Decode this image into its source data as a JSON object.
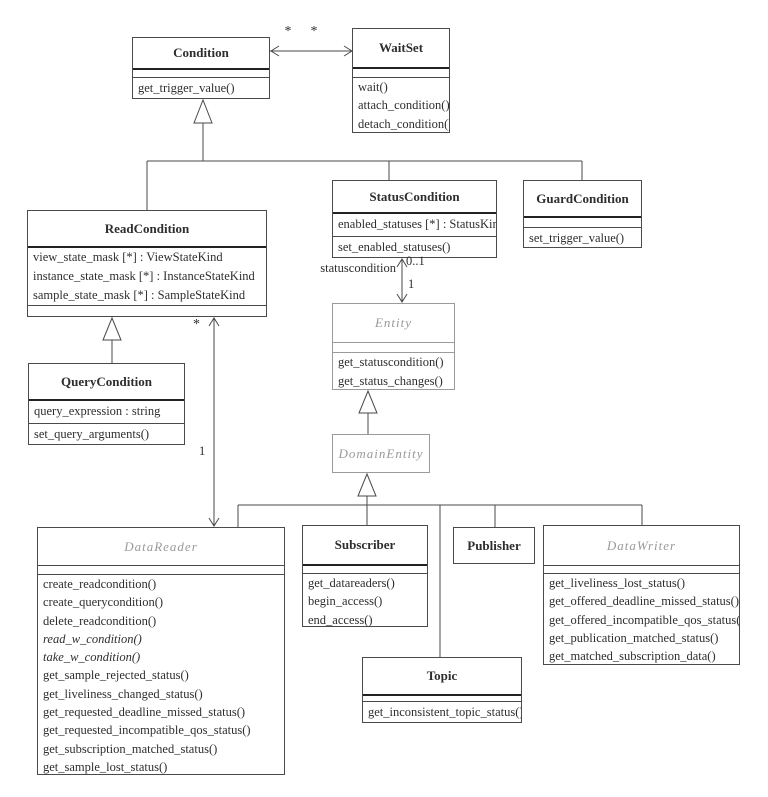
{
  "classes": {
    "condition": {
      "name": "Condition",
      "operations": [
        "get_trigger_value()"
      ]
    },
    "waitset": {
      "name": "WaitSet",
      "operations": [
        "wait()",
        "attach_condition()",
        "detach_condition()"
      ]
    },
    "readcondition": {
      "name": "ReadCondition",
      "attributes": [
        "view_state_mask [*] : ViewStateKind",
        "instance_state_mask [*] : InstanceStateKind",
        "sample_state_mask [*] : SampleStateKind"
      ]
    },
    "statuscondition": {
      "name": "StatusCondition",
      "attributes": [
        "enabled_statuses [*] : StatusKind"
      ],
      "operations": [
        "set_enabled_statuses()"
      ]
    },
    "guardcondition": {
      "name": "GuardCondition",
      "operations": [
        "set_trigger_value()"
      ]
    },
    "querycondition": {
      "name": "QueryCondition",
      "attributes": [
        "query_expression : string"
      ],
      "operations": [
        "set_query_arguments()"
      ]
    },
    "entity": {
      "name": "Entity",
      "operations": [
        "get_statuscondition()",
        "get_status_changes()"
      ]
    },
    "domainentity": {
      "name": "DomainEntity"
    },
    "datareader": {
      "name": "DataReader",
      "operations": [
        "create_readcondition()",
        "create_querycondition()",
        "delete_readcondition()",
        "read_w_condition()",
        "take_w_condition()",
        "get_sample_rejected_status()",
        "get_liveliness_changed_status()",
        "get_requested_deadline_missed_status()",
        "get_requested_incompatible_qos_status()",
        "get_subscription_matched_status()",
        "get_sample_lost_status()"
      ]
    },
    "subscriber": {
      "name": "Subscriber",
      "operations": [
        "get_datareaders()",
        "begin_access()",
        "end_access()"
      ]
    },
    "publisher": {
      "name": "Publisher"
    },
    "datawriter": {
      "name": "DataWriter",
      "operations": [
        "get_liveliness_lost_status()",
        "get_offered_deadline_missed_status()",
        "get_offered_incompatible_qos_status()",
        "get_publication_matched_status()",
        "get_matched_subscription_data()"
      ]
    },
    "topic": {
      "name": "Topic",
      "operations": [
        "get_inconsistent_topic_status()"
      ]
    }
  },
  "labels": {
    "condition_waitset_mult_left": "*",
    "condition_waitset_mult_right": "*",
    "statuscondition_role": "statuscondition",
    "statuscondition_mult_upper": "0..1",
    "statuscondition_mult_lower": "1",
    "readcondition_datareader_mult_upper": "*",
    "readcondition_datareader_mult_lower": "1"
  },
  "colors": {
    "line": "#4a4a4a",
    "text": "#2e2e2e",
    "abstract_text": "#9a9a9a",
    "background": "#ffffff"
  }
}
